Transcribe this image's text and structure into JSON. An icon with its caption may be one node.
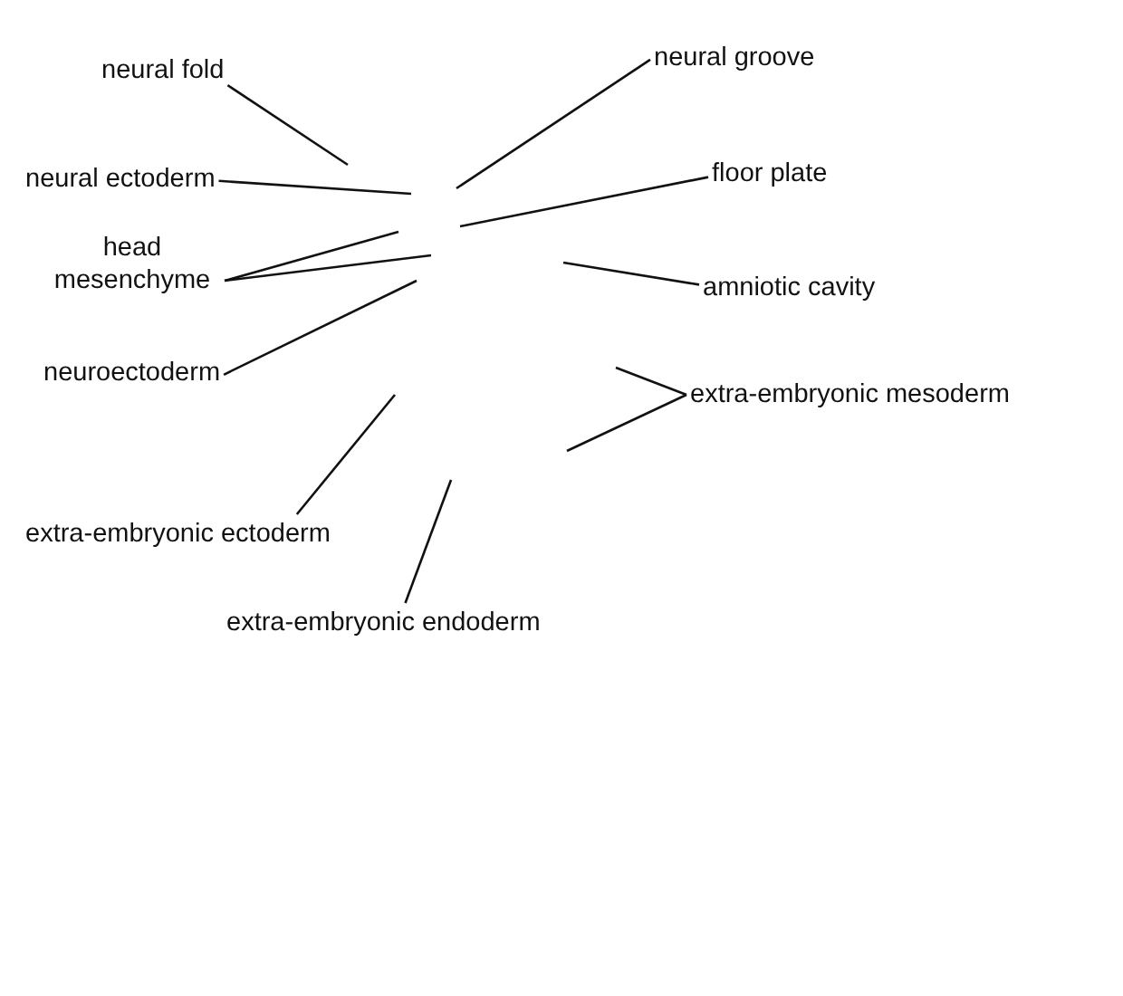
{
  "diagram": {
    "nodes": [
      {
        "text": [
          "neural fold"
        ]
      },
      {
        "text": [
          "neural groove"
        ]
      },
      {
        "text": [
          "neural ectoderm"
        ]
      },
      {
        "text": [
          "floor plate"
        ]
      },
      {
        "text": [
          "head mesenchyme"
        ]
      },
      {
        "text": [
          "amniotic cavity"
        ]
      },
      {
        "text": [
          "neuroectoderm"
        ]
      },
      {
        "text": [
          "extra-embryonic mesoderm"
        ]
      },
      {
        "text": [
          "extra-embryonic ectoderm"
        ]
      },
      {
        "text": [
          "extra-embryonic endoderm"
        ]
      }
    ],
    "edges": [
      {
        "from": 0,
        "to": null,
        "arrow": "none"
      },
      {
        "from": 1,
        "to": null,
        "arrow": "none"
      },
      {
        "from": 2,
        "to": null,
        "arrow": "none"
      },
      {
        "from": 3,
        "to": null,
        "arrow": "none"
      },
      {
        "from": 4,
        "to": null,
        "arrow": "none"
      },
      {
        "from": 4,
        "to": null,
        "arrow": "none"
      },
      {
        "from": 5,
        "to": null,
        "arrow": "none"
      },
      {
        "from": 6,
        "to": null,
        "arrow": "none"
      },
      {
        "from": 7,
        "to": null,
        "arrow": "none"
      },
      {
        "from": 7,
        "to": null,
        "arrow": "none"
      },
      {
        "from": 8,
        "to": null,
        "arrow": "none"
      },
      {
        "from": 9,
        "to": null,
        "arrow": "none"
      }
    ]
  }
}
